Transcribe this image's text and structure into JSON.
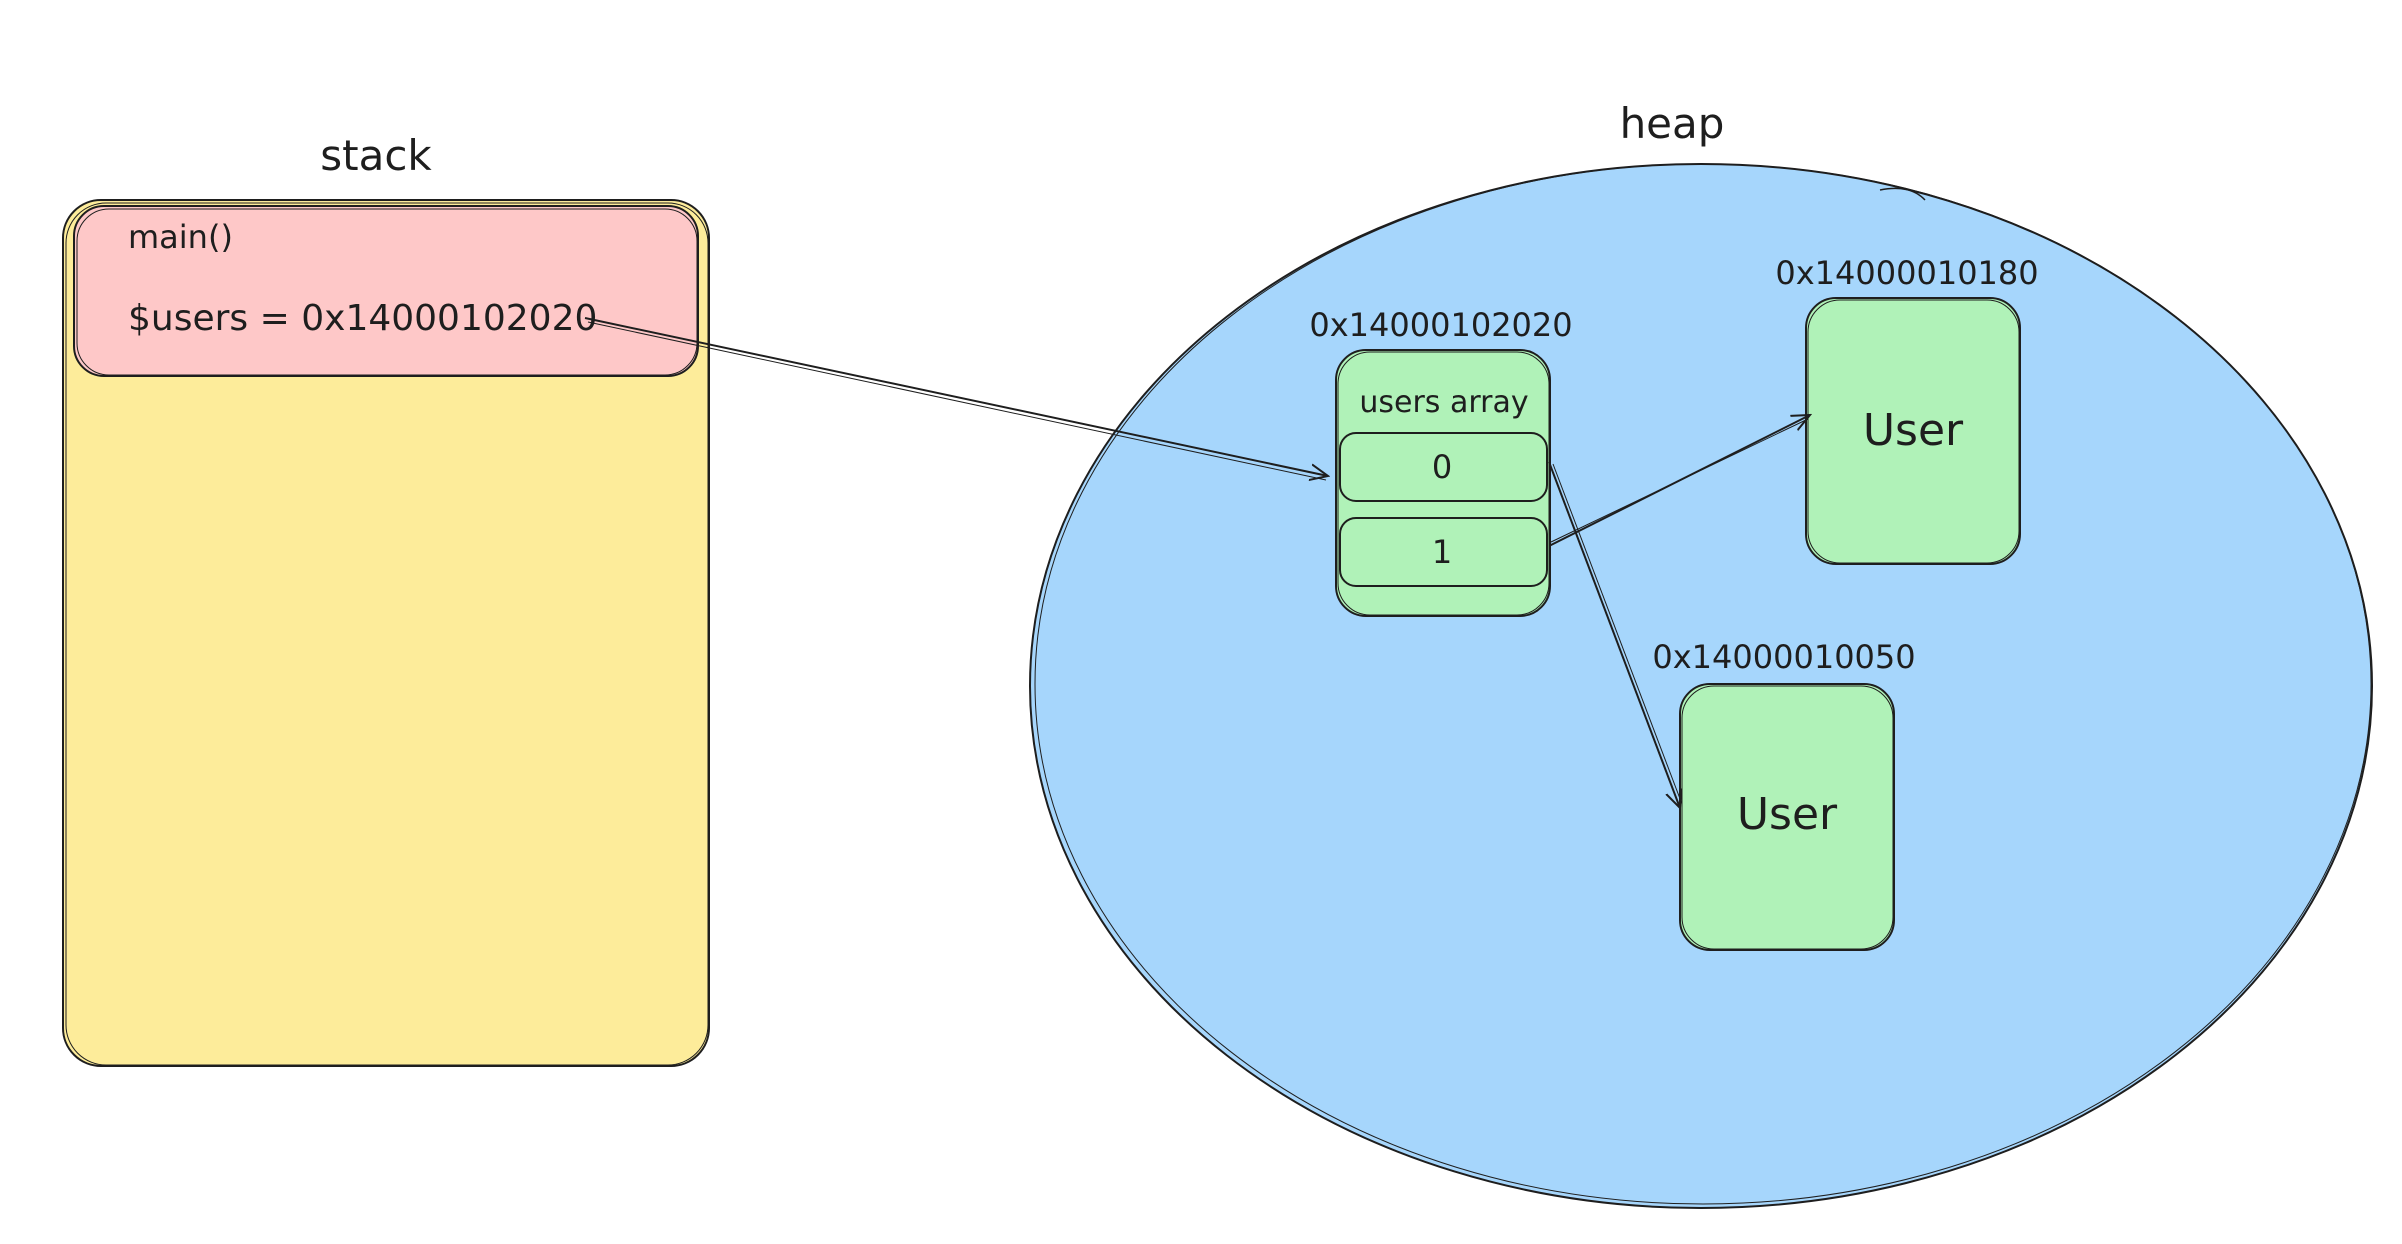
{
  "stack": {
    "title": "stack",
    "frame": {
      "name": "main()",
      "variable": "$users = 0x14000102020"
    }
  },
  "heap": {
    "title": "heap",
    "users_array": {
      "address": "0x14000102020",
      "label": "users array",
      "slots": [
        "0",
        "1"
      ]
    },
    "user_a": {
      "address": "0x14000010180",
      "label": "User"
    },
    "user_b": {
      "address": "0x14000010050",
      "label": "User"
    }
  },
  "colors": {
    "stack_fill": "#fdec9a",
    "frame_fill": "#fec8c8",
    "heap_fill": "#a6d6fc",
    "box_fill": "#b0f2b8",
    "stroke": "#1e1e1e",
    "background": "#ffffff"
  }
}
